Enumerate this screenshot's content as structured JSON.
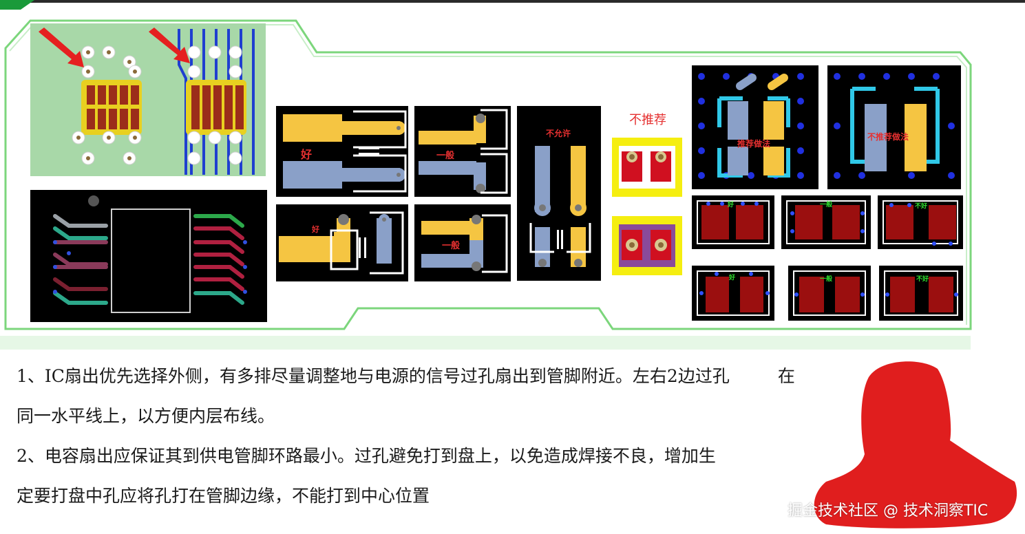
{
  "panels": {
    "good_label_1": "好",
    "good_label_2": "好",
    "normal_label_1": "一般",
    "normal_label_2": "一般",
    "not_allowed_label": "不允许",
    "not_recommended_label": "不推荐",
    "recommended_practice_label": "推荐做法",
    "not_recommended_practice_label": "不推荐做法",
    "grid_labels": [
      "好",
      "一般",
      "不好",
      "好",
      "一般",
      "不好"
    ]
  },
  "text": {
    "line1": "1、IC扇出优先选择外侧，有多排尽量调整地与电源的信号过孔扇出到管脚附近。左右2边过孔",
    "line1_end": "在",
    "line2": "同一水平线上，以方便内层布线。",
    "line3": "2、电容扇出应保证其到供电管脚环路最小。过孔避免打到盘上，以免造成焊接不良，增加生",
    "line4": "定要打盘中孔应将孔打在管脚边缘，不能打到中心位置"
  },
  "watermark": "掘金技术社区 @ 技术洞察TIC",
  "colors": {
    "frame_green": "#7cd67c",
    "pad_yellow": "#f5c542",
    "pad_blue": "#8aa0c8",
    "board_black": "#000000",
    "redaction_red": "#e01e1e"
  }
}
